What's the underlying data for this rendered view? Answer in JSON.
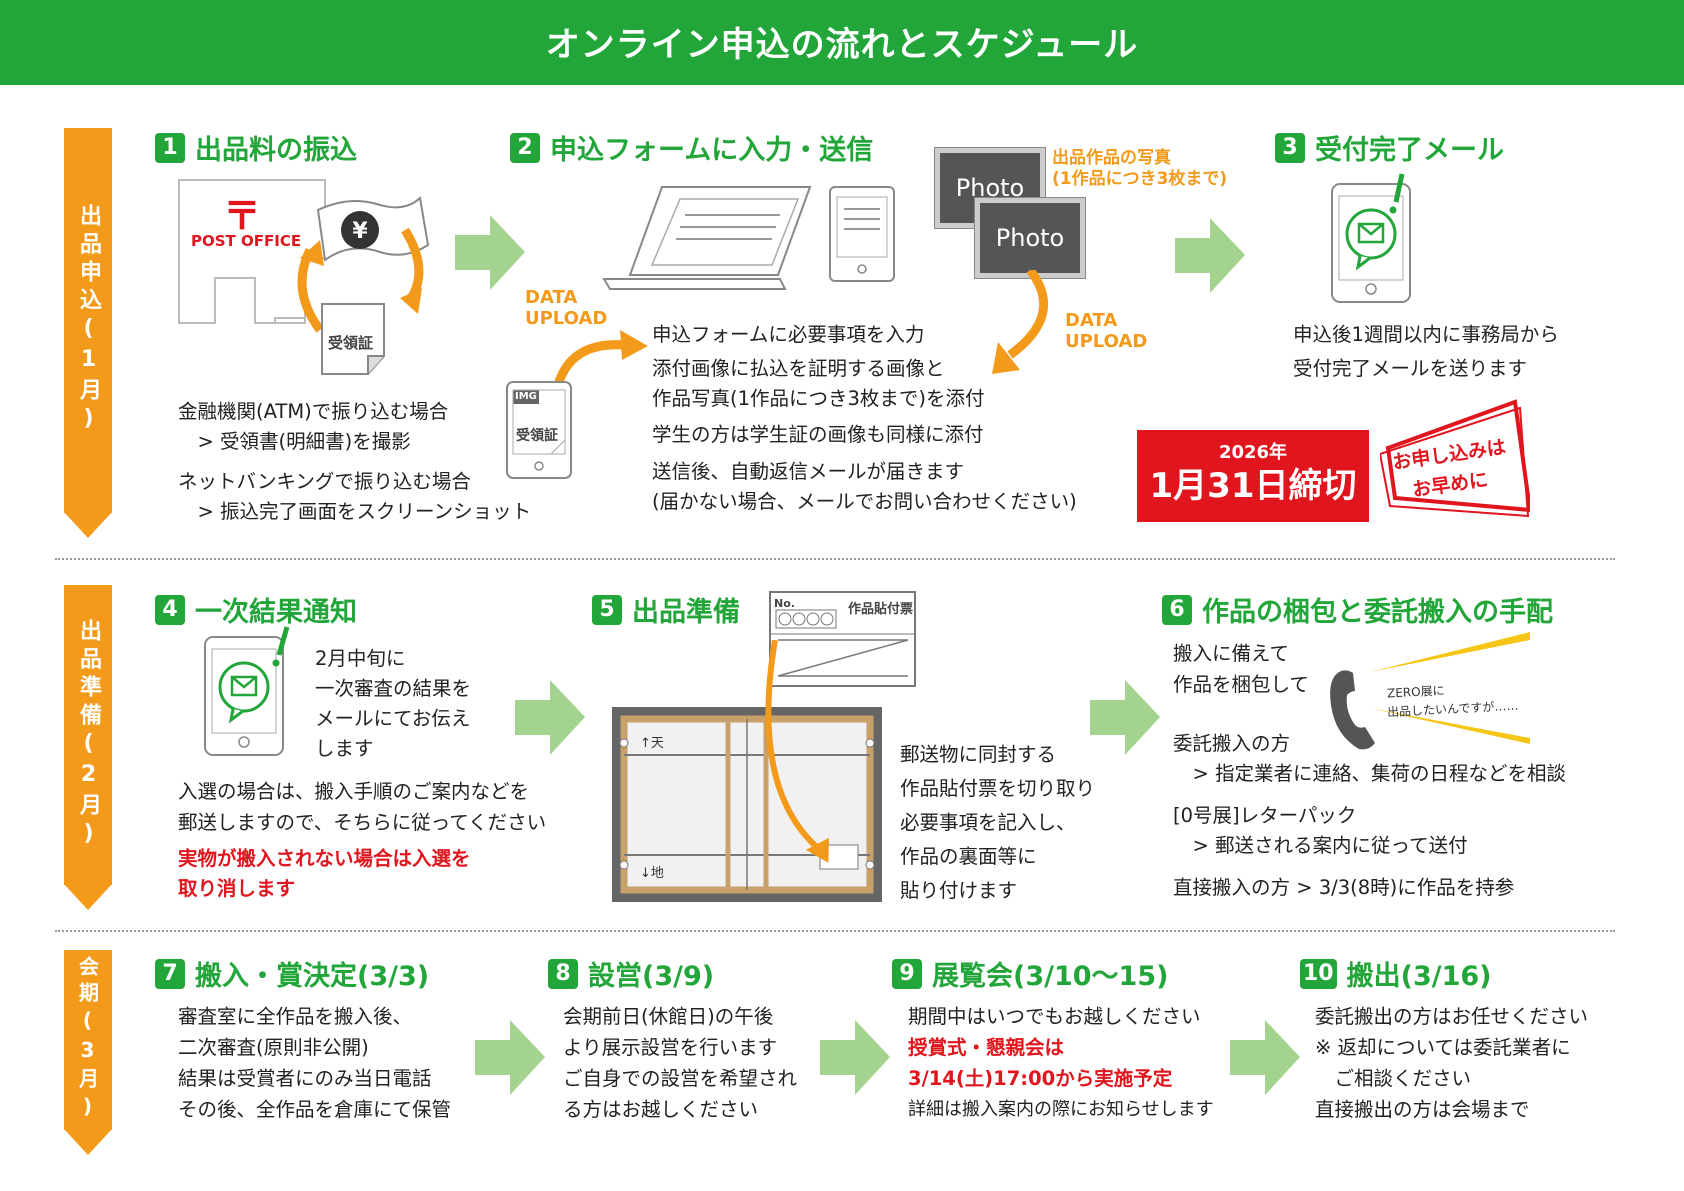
{
  "title": "オンライン申込の流れとスケジュール",
  "bands": [
    "出品申込(1月)",
    "出品準備(2月)",
    "会期(3月)"
  ],
  "steps": [
    {
      "num": "1",
      "title": "出品料の振込"
    },
    {
      "num": "2",
      "title": "申込フォームに入力・送信"
    },
    {
      "num": "3",
      "title": "受付完了メール"
    },
    {
      "num": "4",
      "title": "一次結果通知"
    },
    {
      "num": "5",
      "title": "出品準備"
    },
    {
      "num": "6",
      "title": "作品の梱包と委託搬入の手配"
    },
    {
      "num": "7",
      "title": "搬入・賞決定(3/3)"
    },
    {
      "num": "8",
      "title": "設営(3/9)"
    },
    {
      "num": "9",
      "title": "展覧会(3/10〜15)"
    },
    {
      "num": "10",
      "title": "搬出(3/16)"
    }
  ],
  "s1": {
    "post_office": "POST OFFICE",
    "post_mark": "〒",
    "yen": "¥",
    "receipt": "受領証",
    "lines": [
      "金融機関(ATM)で振り込む場合",
      "　> 受領書(明細書)を撮影",
      "ネットバンキングで振り込む場合",
      "　> 振込完了画面をスクリーンショット"
    ]
  },
  "s2": {
    "photo_label": "Photo",
    "photo_caption": [
      "出品作品の写真",
      "(1作品につき3枚まで)"
    ],
    "upload_label": [
      "DATA",
      "UPLOAD"
    ],
    "img_label": "IMG",
    "img_receipt": "受領証",
    "lines": [
      "申込フォームに必要事項を入力",
      "添付画像に払込を証明する画像と",
      "作品写真(1作品につき3枚まで)を添付",
      "学生の方は学生証の画像も同様に添付",
      "送信後、自動返信メールが届きます",
      "(届かない場合、メールでお問い合わせください)"
    ]
  },
  "s3": {
    "lines": [
      "申込後1週間以内に事務局から",
      "受付完了メールを送ります"
    ],
    "deadline_year": "2026年",
    "deadline_date": "1月31日締切",
    "early": [
      "お申し込みは",
      "お早めに"
    ]
  },
  "s4": {
    "side": [
      "2月中旬に",
      "一次審査の結果を",
      "メールにてお伝え",
      "します"
    ],
    "lines": [
      "入選の場合は、搬入手順のご案内などを",
      "郵送しますので、そちらに従ってください"
    ],
    "warn": [
      "実物が搬入されない場合は入選を",
      "取り消します"
    ]
  },
  "s5": {
    "label_no": "No.",
    "label_title": "作品貼付票",
    "top": "↑天",
    "bottom": "↓地",
    "lines": [
      "郵送物に同封する",
      "作品貼付票を切り取り",
      "必要事項を記入し、",
      "作品の裏面等に",
      "貼り付けます"
    ]
  },
  "s6": {
    "lines1": [
      "搬入に備えて",
      "作品を梱包して"
    ],
    "bubble": [
      "ZERO展に",
      "出品したいんですが……"
    ],
    "lines2": [
      "委託搬入の方",
      "　> 指定業者に連絡、集荷の日程などを相談",
      "[0号展]レターパック",
      "　> 郵送される案内に従って送付",
      "直接搬入の方 > 3/3(8時)に作品を持参"
    ]
  },
  "s7": {
    "lines": [
      "審査室に全作品を搬入後、",
      "二次審査(原則非公開)",
      "結果は受賞者にのみ当日電話",
      "その後、全作品を倉庫にて保管"
    ]
  },
  "s8": {
    "lines": [
      "会期前日(休館日)の午後",
      "より展示設営を行います",
      "ご自身での設営を希望され",
      "る方はお越しください"
    ]
  },
  "s9": {
    "line1": "期間中はいつでもお越しください",
    "red": [
      "授賞式・懇親会は",
      "3/14(土)17:00から実施予定"
    ],
    "line2": "詳細は搬入案内の際にお知らせします"
  },
  "s10": {
    "lines": [
      "委託搬出の方はお任せください",
      "※ 返却については委託業者に",
      "　ご相談ください",
      "直接搬出の方は会場まで"
    ]
  },
  "colors": {
    "green": "#22a63a",
    "orange": "#f39a1b",
    "red": "#e0151d",
    "arrow": "#a3d38e"
  },
  "icons": [
    "post-office-icon",
    "yen-bill-icon",
    "receipt-icon",
    "laptop-icon",
    "tablet-icon",
    "photo-icon",
    "smartphone-mail-icon",
    "phone-icon",
    "frame-icon",
    "label-icon"
  ]
}
